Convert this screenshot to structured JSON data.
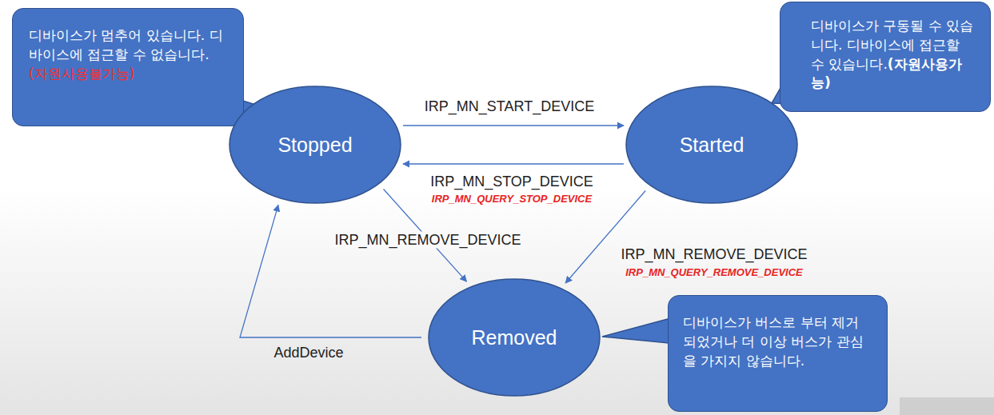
{
  "diagram": {
    "nodes": [
      {
        "text": [
          "디바이스가 멈추어 있습니다. 디바이스에 접근할 수 없습니다.",
          "(자원사용불가능)"
        ]
      },
      {
        "text": [
          "Stopped"
        ]
      },
      {
        "text": [
          "Started"
        ]
      },
      {
        "text": [
          "디바이스가 구동될 수 있습니다. 디바이스에 접근할 수 있습니다.",
          "(자원사용가능)"
        ]
      },
      {
        "text": [
          "Removed"
        ]
      },
      {
        "text": [
          "디바이스가 버스로 부터 제거되었거나 더 이상 버스가 관심을 가지지 않습니다."
        ]
      }
    ],
    "edges": [
      {
        "from": 1,
        "to": 2,
        "label": "IRP_MN_START_DEVICE",
        "arrow": "to"
      },
      {
        "from": 2,
        "to": 1,
        "label": "IRP_MN_STOP_DEVICE",
        "arrow": "to"
      },
      {
        "from": 1,
        "to": 4,
        "label": "IRP_MN_REMOVE_DEVICE",
        "arrow": "to"
      },
      {
        "from": 2,
        "to": 4,
        "label": "IRP_MN_REMOVE_DEVICE",
        "arrow": "to"
      },
      {
        "from": 4,
        "to": 1,
        "label": "AddDevice",
        "arrow": "to"
      }
    ],
    "labels": [
      "IRP_MN_QUERY_STOP_DEVICE",
      "IRP_MN_QUERY_REMOVE_DEVICE"
    ]
  }
}
